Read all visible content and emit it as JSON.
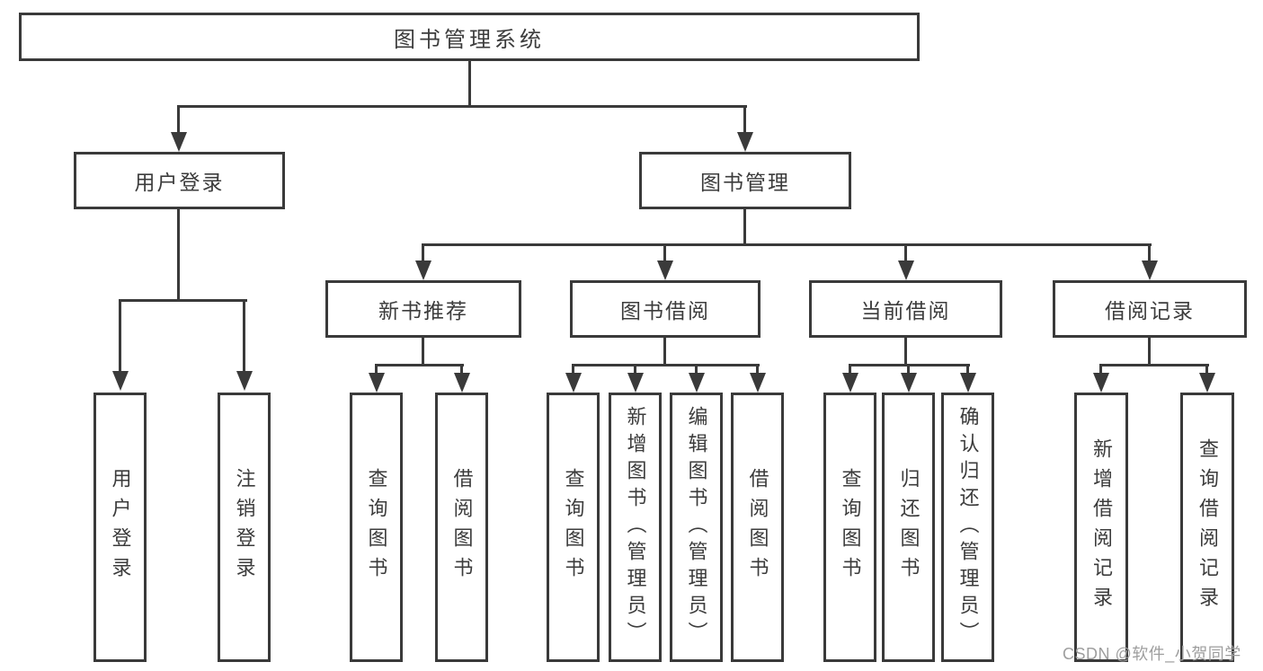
{
  "diagram": {
    "tree": {
      "label": "图书管理系统",
      "children": [
        {
          "label": "用户登录",
          "children": [
            {
              "label": "用户登录"
            },
            {
              "label": "注销登录"
            }
          ]
        },
        {
          "label": "图书管理",
          "children": [
            {
              "label": "新书推荐",
              "children": [
                {
                  "label": "查询图书"
                },
                {
                  "label": "借阅图书"
                }
              ]
            },
            {
              "label": "图书借阅",
              "children": [
                {
                  "label": "查询图书"
                },
                {
                  "label": "新增图书（管理员）"
                },
                {
                  "label": "编辑图书（管理员）"
                },
                {
                  "label": "借阅图书"
                }
              ]
            },
            {
              "label": "当前借阅",
              "children": [
                {
                  "label": "查询图书"
                },
                {
                  "label": "归还图书"
                },
                {
                  "label": "确认归还（管理员）"
                }
              ]
            },
            {
              "label": "借阅记录",
              "children": [
                {
                  "label": "新增借阅记录"
                },
                {
                  "label": "查询借阅记录"
                }
              ]
            }
          ]
        }
      ]
    }
  },
  "watermark": {
    "text": "CSDN @软件_小贺同学"
  },
  "colors": {
    "line": "#3a3a3a",
    "text": "#3c3c3c",
    "background": "#ffffff",
    "watermark": "#9e9e9e"
  }
}
